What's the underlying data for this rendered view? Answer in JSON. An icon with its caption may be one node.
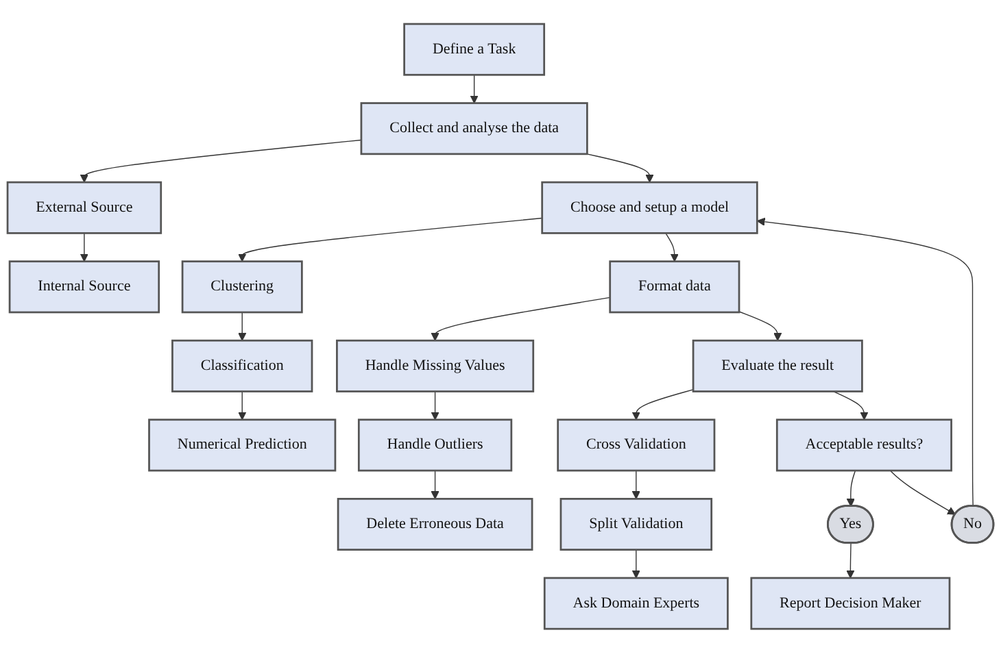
{
  "diagram": {
    "nodes": [
      {
        "text": [
          "Define a Task"
        ]
      },
      {
        "text": [
          "Collect and analyse the data"
        ]
      },
      {
        "text": [
          "External Source"
        ]
      },
      {
        "text": [
          "Internal Source"
        ]
      },
      {
        "text": [
          "Choose and setup a model"
        ]
      },
      {
        "text": [
          "Clustering"
        ]
      },
      {
        "text": [
          "Classification"
        ]
      },
      {
        "text": [
          "Numerical Prediction"
        ]
      },
      {
        "text": [
          "Format data"
        ]
      },
      {
        "text": [
          "Handle Missing Values"
        ]
      },
      {
        "text": [
          "Handle Outliers"
        ]
      },
      {
        "text": [
          "Delete Erroneous Data"
        ]
      },
      {
        "text": [
          "Evaluate the result"
        ]
      },
      {
        "text": [
          "Cross Validation"
        ]
      },
      {
        "text": [
          "Split Validation"
        ]
      },
      {
        "text": [
          "Ask Domain Experts"
        ]
      },
      {
        "text": [
          "Acceptable results?"
        ]
      },
      {
        "text": [
          "Yes"
        ]
      },
      {
        "text": [
          "Report Decision Maker"
        ]
      },
      {
        "text": [
          "No"
        ]
      }
    ],
    "edges": [
      {
        "from": 0,
        "to": 1,
        "arrow": "to"
      },
      {
        "from": 1,
        "to": 2,
        "arrow": "to"
      },
      {
        "from": 2,
        "to": 3,
        "arrow": "to"
      },
      {
        "from": 1,
        "to": 4,
        "arrow": "to"
      },
      {
        "from": 4,
        "to": 5,
        "arrow": "to"
      },
      {
        "from": 5,
        "to": 6,
        "arrow": "to"
      },
      {
        "from": 6,
        "to": 7,
        "arrow": "to"
      },
      {
        "from": 4,
        "to": 8,
        "arrow": "to"
      },
      {
        "from": 8,
        "to": 9,
        "arrow": "to"
      },
      {
        "from": 9,
        "to": 10,
        "arrow": "to"
      },
      {
        "from": 10,
        "to": 11,
        "arrow": "to"
      },
      {
        "from": 8,
        "to": 12,
        "arrow": "to"
      },
      {
        "from": 12,
        "to": 13,
        "arrow": "to"
      },
      {
        "from": 13,
        "to": 14,
        "arrow": "to"
      },
      {
        "from": 14,
        "to": 15,
        "arrow": "to"
      },
      {
        "from": 12,
        "to": 16,
        "arrow": "to"
      },
      {
        "from": 16,
        "to": 17,
        "arrow": "to"
      },
      {
        "from": 17,
        "to": 18,
        "arrow": "to"
      },
      {
        "from": 16,
        "to": 19,
        "arrow": "to"
      },
      {
        "from": 19,
        "to": 4,
        "arrow": "to"
      }
    ]
  }
}
